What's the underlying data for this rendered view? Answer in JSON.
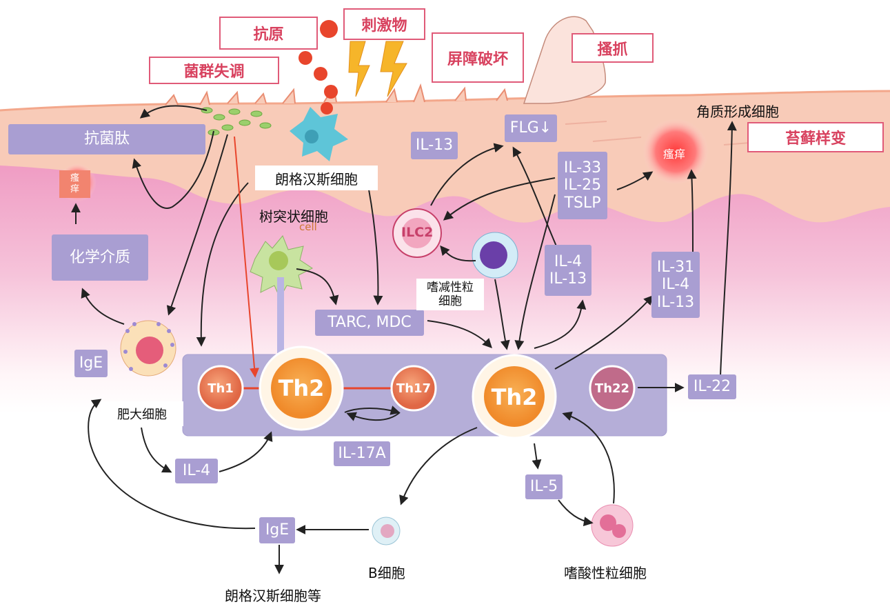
{
  "colors": {
    "accent_pink": "#e05a78",
    "purple_box": "#a99ed2",
    "th2_orange": "#f39a3a",
    "red_line": "#e8452c",
    "skin_top": "#f6c9b4",
    "skin_dermis": "#f1a6c8"
  },
  "triggers": {
    "antigen": "抗原",
    "stimulant": "刺激物",
    "dysbiosis": "菌群失调",
    "barrier_damage": "屏障破坏",
    "scratching": "搔抓"
  },
  "labels": {
    "antimicrobial_peptide": "抗菌肽",
    "itch_left": "瘙痒",
    "chemical_mediator": "化学介质",
    "ige_left": "IgE",
    "mast_cell": "肥大细胞",
    "il4_bottom": "IL-4",
    "langerhans": "朗格汉斯细胞",
    "dendritic": "树突状细胞",
    "cell_fragment": "cell",
    "tarc_mdc": "TARC, MDC",
    "il13_top": "IL-13",
    "flg": "FLG↓",
    "il33_25_tslp": [
      "IL-33",
      "IL-25",
      "TSLP"
    ],
    "ilc2": "ILC2",
    "eosinophil_basophil": [
      "嗜减性粒",
      "细胞"
    ],
    "il4_il13": [
      "IL-4",
      "IL-13"
    ],
    "itch_right": "瘙痒",
    "keratinocyte": "角质形成细胞",
    "lichenification": "苔藓样变",
    "il31_4_13": [
      "IL-31",
      "IL-4",
      "IL-13"
    ],
    "il22": "IL-22",
    "th1": "Th1",
    "th2_left": "Th2",
    "th17": "Th17",
    "th2_right": "Th2",
    "th22": "Th22",
    "il17a": "IL-17A",
    "il5": "IL-5",
    "b_cell": "B细胞",
    "ige_bottom": "IgE",
    "langerhans_etc": "朗格汉斯细胞等",
    "eosinophil": "嗜酸性粒细胞"
  }
}
